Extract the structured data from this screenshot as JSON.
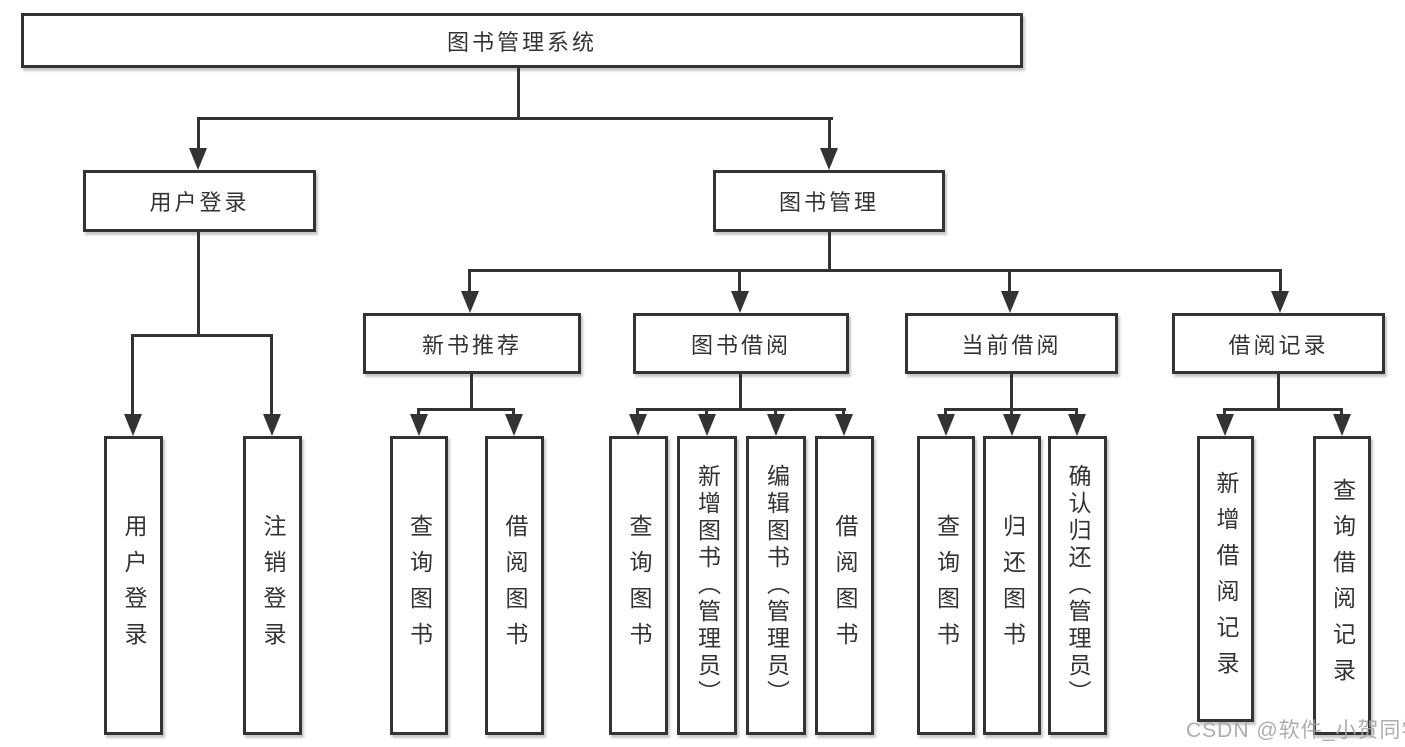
{
  "diagram": {
    "root": {
      "label": "图书管理系统"
    },
    "branches": {
      "user_login": {
        "label": "用户登录"
      },
      "book_mgmt": {
        "label": "图书管理"
      }
    },
    "sections": {
      "new_book_rec": {
        "label": "新书推荐"
      },
      "book_borrow": {
        "label": "图书借阅"
      },
      "current_borrow": {
        "label": "当前借阅"
      },
      "borrow_records": {
        "label": "借阅记录"
      }
    },
    "leaves": {
      "user_login": {
        "label": "用户登录"
      },
      "logout": {
        "label": "注销登录"
      },
      "rec_query_book": {
        "label": "查询图书"
      },
      "rec_borrow_book": {
        "label": "借阅图书"
      },
      "bb_query_book": {
        "label": "查询图书"
      },
      "bb_add_book": {
        "label": "新增图书（管理员）"
      },
      "bb_edit_book": {
        "label": "编辑图书（管理员）"
      },
      "bb_borrow_book": {
        "label": "借阅图书"
      },
      "cb_query_book": {
        "label": "查询图书"
      },
      "cb_return_book": {
        "label": "归还图书"
      },
      "cb_confirm_return": {
        "label": "确认归还（管理员）"
      },
      "br_add_record": {
        "label": "新增借阅记录"
      },
      "br_query_record": {
        "label": "查询借阅记录"
      }
    }
  },
  "watermark": {
    "text": "CSDN @软件_小贺同学"
  },
  "colors": {
    "line": "#333333",
    "box_border": "#333333",
    "text": "#333333",
    "watermark": "#a5a5a5"
  }
}
